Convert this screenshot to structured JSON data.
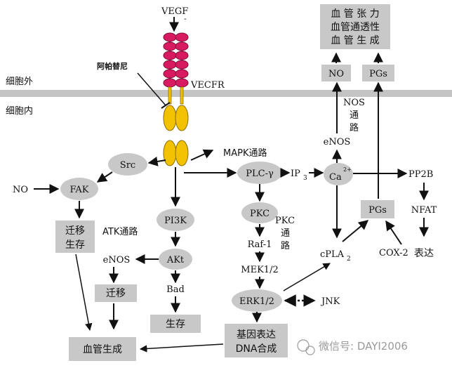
{
  "labels": {
    "vegf": "VEGF",
    "vegf_minus": "-",
    "vecfr": "VECFR",
    "apatinib": "阿帕替尼",
    "extracellular": "细胞外",
    "intracellular": "细胞内",
    "mapk": "MAPK通路",
    "src": "Src",
    "no_left": "NO",
    "fak": "FAK",
    "migrate_survive_1": "迁移",
    "migrate_survive_2": "生存",
    "atk_pathway": "ATK通路",
    "pi3k": "PI3K",
    "enos_left": "eNOS",
    "akt": "AKt",
    "migrate": "迁移",
    "bad": "Bad",
    "survive": "生存",
    "angiogenesis_left": "血管生成",
    "plc": "PLC-γ",
    "ip3": "IP",
    "ip3_sub": "3",
    "ca": "Ca",
    "ca_sup": "2+",
    "pp2b": "PP2B",
    "pkc": "PKC",
    "pkc_pathway_1": "PKC",
    "pkc_pathway_2": "通",
    "pkc_pathway_3": "路",
    "raf1": "Raf-1",
    "mek": "MEK1/2",
    "erk": "ERK1/2",
    "jnk": "JNK",
    "gene_1": "基因表达",
    "gene_2": "DNA合成",
    "enos_right": "eNOS",
    "nos_pathway_1": "NOS",
    "nos_pathway_2": "通",
    "nos_pathway_3": "路",
    "no_box": "NO",
    "pgs_top": "PGs",
    "pgs_mid": "PGs",
    "cpla2": "cPLA",
    "cpla2_sub": "2",
    "nfat": "NFAT",
    "cox2": "COX-2",
    "expression": "表达",
    "outcome_1": "血 管 张 力",
    "outcome_2": "血管通透性",
    "outcome_3": "血 管 生 成",
    "watermark": "微信号: DAYI2006"
  },
  "colors": {
    "ellipse": "#c8c8c8",
    "box": "#c8c8c8",
    "membrane": "#c4c4c4",
    "receptor_top": "#d81b60",
    "receptor_bottom": "#f2c200",
    "arrow": "#111111"
  }
}
